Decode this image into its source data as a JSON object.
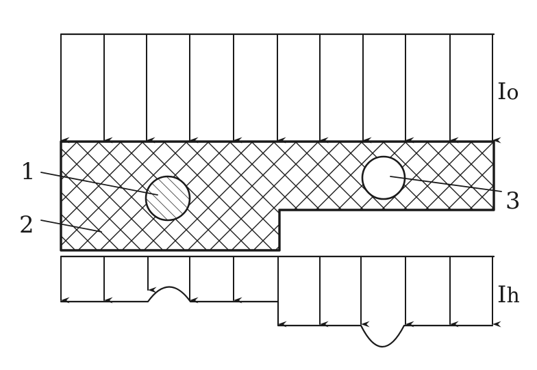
{
  "labels": {
    "incident_intensity": "I",
    "incident_sub": "o",
    "transmitted_intensity": "I",
    "transmitted_sub": "h",
    "callout_1": "1",
    "callout_2": "2",
    "callout_3": "3"
  },
  "colors": {
    "ink": "#1a1a1a",
    "background": "#ffffff"
  }
}
